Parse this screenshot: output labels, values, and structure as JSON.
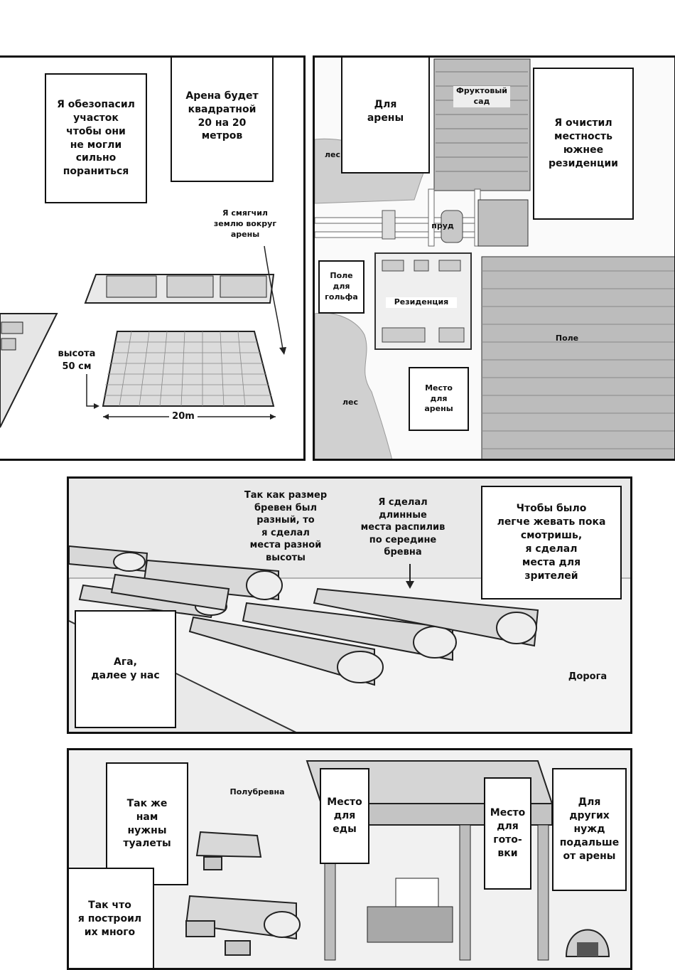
{
  "panel1": {
    "caption_secured": "Я обезопасил\nучасток\nчтобы они\nне могли\nсильно\nпораниться",
    "caption_arena_size": "Арена будет\nквадратной\n20 на 20\nметров",
    "caption_softened": "Я смягчил\nземлю вокруг\nарены",
    "label_height": "высота\n50 см",
    "label_width": "20m"
  },
  "panel2": {
    "caption_for_arena": "Для\nарены",
    "caption_cleared": "Я очистил\nместность\nюжнее\nрезиденции",
    "map_labels": {
      "orchard": "Фруктовый\nсад",
      "forest_top": "лес",
      "pond": "пруд",
      "golf": "Поле\nдля\nгольфа",
      "residence": "Резиденция",
      "field": "Поле",
      "forest_bottom": "лес",
      "arena_place": "Место\nдля\nарены"
    }
  },
  "panel3": {
    "caption_log_sizes": "Так как размер\nбревен был\nразный, то\nя сделал\nместа разной\nвысоты",
    "caption_long_seats": "Я сделал\nдлинные\nместа распилив\nпо середине\nбревна",
    "caption_spectators": "Чтобы было\nлегче жевать пока\nсмотришь,\nя сделал\nместа для\nзрителей",
    "caption_next": "Ага,\nдалее у нас",
    "label_road": "Дорога"
  },
  "panel4": {
    "caption_toilets": "Так же\nнам\nнужны\nтуалеты",
    "label_half_logs": "Полубревна",
    "caption_eating": "Место\nдля\nеды",
    "caption_cooking": "Место\nдля\nгото-\nвки",
    "caption_other_needs": "Для других\nнужд\nподальше\nот арены",
    "caption_built_many": "Так что\nя построил\nих много"
  }
}
